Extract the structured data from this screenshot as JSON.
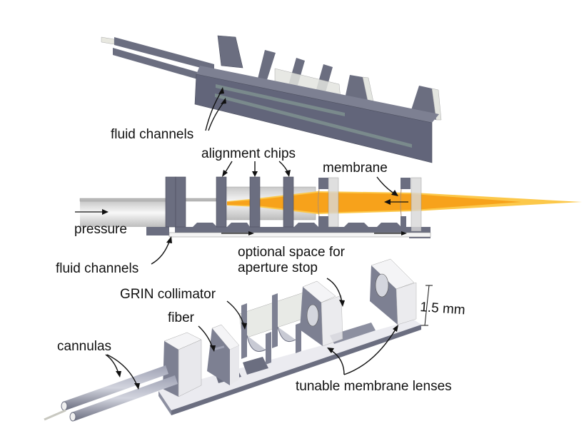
{
  "figure": {
    "panels": [
      {
        "id": "top-3d-view",
        "labels": [
          "fluid channels"
        ]
      },
      {
        "id": "cross-section",
        "labels": [
          "alignment chips",
          "membrane",
          "pressure",
          "fluid channels",
          "optional space for",
          "aperture stop"
        ]
      },
      {
        "id": "bottom-3d-view",
        "labels": [
          "GRIN collimator",
          "fiber",
          "cannulas",
          "tunable membrane lenses",
          "1.5 mm"
        ]
      }
    ]
  },
  "labels": {
    "top_fluid_channels": "fluid channels",
    "alignment_chips": "alignment chips",
    "membrane": "membrane",
    "pressure": "pressure",
    "mid_fluid_channels": "fluid channels",
    "optional_space_1": "optional space for",
    "optional_space_2": "aperture stop",
    "grin_collimator": "GRIN collimator",
    "fiber": "fiber",
    "cannulas": "cannulas",
    "tunable_lenses": "tunable membrane lenses",
    "dimension": "1.5 mm"
  },
  "colors": {
    "body": "#6b6e80",
    "body_dark": "#55586a",
    "body_light": "#8c8fa0",
    "glass": "#e3e5e0",
    "beam": "#f7a21b",
    "beam_light": "#fcc84a",
    "text": "#111111"
  }
}
